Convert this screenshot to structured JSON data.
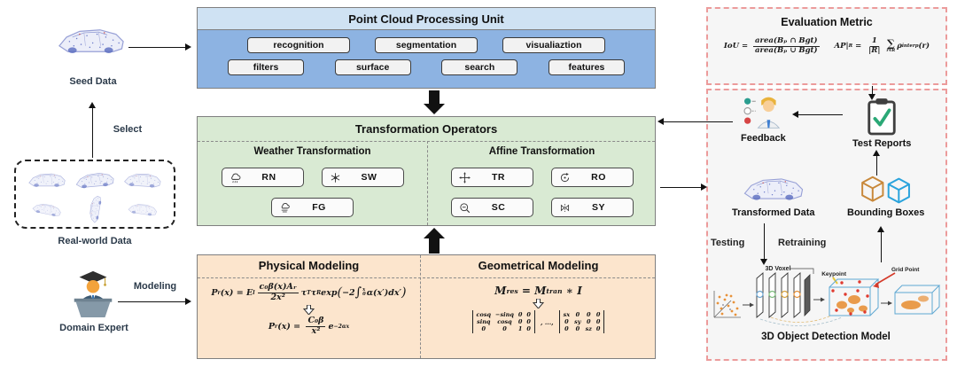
{
  "left": {
    "seed_label": "Seed Data",
    "select_label": "Select",
    "real_world_label": "Real-world Data",
    "expert_label": "Domain Expert",
    "modeling_label": "Modeling"
  },
  "pcpu": {
    "title": "Point Cloud Processing Unit",
    "row1": [
      "recognition",
      "segmentation",
      "visualiaztion"
    ],
    "row2": [
      "filters",
      "surface",
      "search",
      "features"
    ]
  },
  "transform": {
    "title": "Transformation Operators",
    "weather_title": "Weather Transformation",
    "affine_title": "Affine Transformation",
    "weather_ops": [
      {
        "label": "RN",
        "icon": "rain-cloud-icon"
      },
      {
        "label": "SW",
        "icon": "snowflake-icon"
      },
      {
        "label": "FG",
        "icon": "fog-cloud-icon"
      }
    ],
    "affine_ops": [
      {
        "label": "TR",
        "icon": "translate-icon"
      },
      {
        "label": "RO",
        "icon": "rotate-icon"
      },
      {
        "label": "SC",
        "icon": "scale-icon"
      },
      {
        "label": "SY",
        "icon": "symmetry-icon"
      }
    ]
  },
  "modeling": {
    "physical_title": "Physical Modeling",
    "geometrical_title": "Geometrical Modeling",
    "phys_f1": [
      [
        "t",
        "P"
      ],
      [
        "sub",
        "r"
      ],
      [
        "t",
        "(x) = E"
      ],
      [
        "sub",
        "l"
      ],
      [
        "frac",
        "c₀β(x)Aᵣ",
        "2x²"
      ],
      [
        "t",
        "τ"
      ],
      [
        "sub",
        "T"
      ],
      [
        "t",
        "τ"
      ],
      [
        "sub",
        "R"
      ],
      [
        "t",
        "exp"
      ],
      [
        "big",
        "("
      ],
      [
        "t",
        "−2"
      ],
      [
        "intg",
        "∫",
        "0",
        "x"
      ],
      [
        "t",
        "α(x′)dx′"
      ],
      [
        "big",
        ")"
      ]
    ],
    "phys_f2": [
      [
        "t",
        "P"
      ],
      [
        "sub",
        "r"
      ],
      [
        "t",
        "(x) = "
      ],
      [
        "frac",
        "C₀β",
        "x²"
      ],
      [
        "t",
        "e"
      ],
      [
        "sup",
        "−2αx"
      ]
    ],
    "geo_f1": [
      [
        "t",
        "M"
      ],
      [
        "sub",
        "res"
      ],
      [
        "t",
        " = M"
      ],
      [
        "sub",
        "tran"
      ],
      [
        "t",
        " ∗ I"
      ]
    ],
    "matrix1": [
      [
        "cosq",
        "−sinq",
        "0",
        "0"
      ],
      [
        "sinq",
        "cosq",
        "0",
        "0"
      ],
      [
        "0",
        "0",
        "1",
        "0"
      ]
    ],
    "matrix_sep": ", ...,",
    "matrix2": [
      [
        "sx",
        "0",
        "0",
        "0"
      ],
      [
        "0",
        "sy",
        "0",
        "0"
      ],
      [
        "0",
        "0",
        "sz",
        "0"
      ]
    ]
  },
  "evaluation": {
    "title": "Evaluation Metric",
    "iou": [
      [
        "t",
        "IoU = "
      ],
      [
        "frac",
        "area(Bₚ ∩ Bgt)",
        "area(Bₚ ∪ Bgt)"
      ]
    ],
    "ap": [
      [
        "t",
        "AP|"
      ],
      [
        "sub",
        "R"
      ],
      [
        "t",
        " = "
      ],
      [
        "frac",
        "1",
        "|R|"
      ],
      [
        "under",
        "∑",
        "r∈R"
      ],
      [
        "t",
        "ρ"
      ],
      [
        "sub",
        "interp"
      ],
      [
        "t",
        "(r)"
      ]
    ]
  },
  "right": {
    "feedback_label": "Feedback",
    "test_reports_label": "Test Reports",
    "transformed_label": "Transformed Data",
    "bounding_label": "Bounding Boxes",
    "testing_label": "Testing",
    "retraining_label": "Retraining",
    "model_label": "3D Object Detection Model",
    "voxel_label": "3D Voxel",
    "keypoint_label": "Keypoint",
    "gridpoint_label": "Grid Point"
  },
  "icons": {
    "seed_data": "point-cloud-car-icon",
    "domain_expert": "lecturer-podium-icon",
    "feedback": "feedback-people-icon",
    "test_reports": "clipboard-check-icon",
    "bounding_boxes": "cube-pair-icon"
  },
  "colors": {
    "pcpu_header": "#cfe2f3",
    "pcpu_body": "#8db3e2",
    "transform_bg": "#d9ead3",
    "modeling_bg": "#fce5cd",
    "dashed_red": "#ec9b9b",
    "panel_bg": "#f6f6f6",
    "cube_orange": "#c8883a",
    "cube_blue": "#29a3dc",
    "check_green": "#2aa876"
  }
}
